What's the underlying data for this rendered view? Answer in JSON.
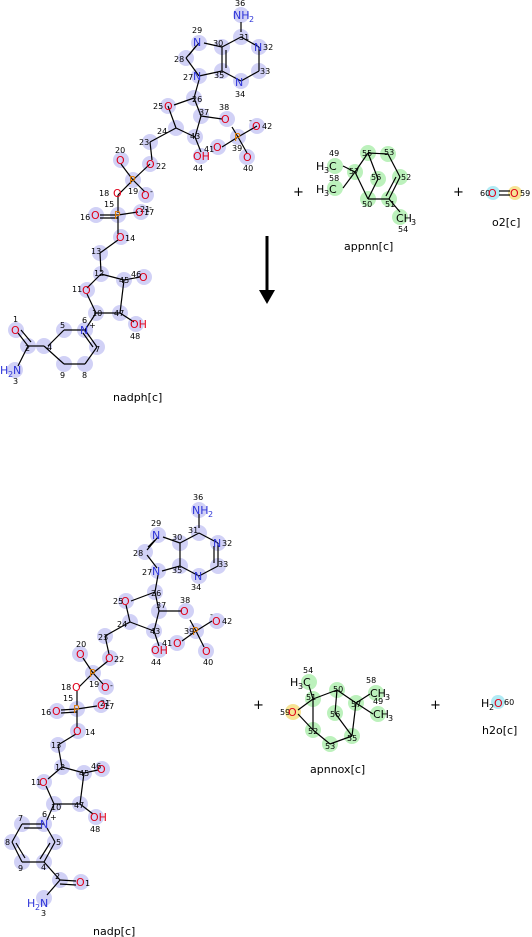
{
  "reaction": {
    "arrow": "down",
    "reactants": [
      {
        "id": "nadph",
        "label": "nadph[c]"
      },
      {
        "id": "appnn",
        "label": "appnn[c]"
      },
      {
        "id": "o2",
        "label": "o2[c]"
      }
    ],
    "products": [
      {
        "id": "nadp",
        "label": "nadp[c]"
      },
      {
        "id": "apnnox",
        "label": "apnnox[c]"
      },
      {
        "id": "h2o",
        "label": "h2o[c]"
      }
    ],
    "plus_sign": "+"
  },
  "molecules": {
    "nadph": {
      "atoms": [
        {
          "n": "1",
          "el": "O"
        },
        {
          "n": "2",
          "el": "C"
        },
        {
          "n": "3",
          "el": "N",
          "text": "H2N"
        },
        {
          "n": "4",
          "el": "C"
        },
        {
          "n": "5",
          "el": "C"
        },
        {
          "n": "6",
          "el": "N"
        },
        {
          "n": "7",
          "el": "C"
        },
        {
          "n": "8",
          "el": "C"
        },
        {
          "n": "9",
          "el": "C"
        },
        {
          "n": "10",
          "el": "C"
        },
        {
          "n": "11",
          "el": "O"
        },
        {
          "n": "12",
          "el": "C"
        },
        {
          "n": "13",
          "el": "C"
        },
        {
          "n": "14",
          "el": "O"
        },
        {
          "n": "15",
          "el": "P"
        },
        {
          "n": "16",
          "el": "O"
        },
        {
          "n": "17",
          "el": "O",
          "charge": "-"
        },
        {
          "n": "18",
          "el": "O"
        },
        {
          "n": "19",
          "el": "P"
        },
        {
          "n": "20",
          "el": "O"
        },
        {
          "n": "21",
          "el": "O",
          "charge": "-"
        },
        {
          "n": "22",
          "el": "O"
        },
        {
          "n": "23",
          "el": "C"
        },
        {
          "n": "24",
          "el": "C"
        },
        {
          "n": "25",
          "el": "O"
        },
        {
          "n": "26",
          "el": "C"
        },
        {
          "n": "27",
          "el": "N"
        },
        {
          "n": "28",
          "el": "C"
        },
        {
          "n": "29",
          "el": "N"
        },
        {
          "n": "30",
          "el": "C"
        },
        {
          "n": "31",
          "el": "C"
        },
        {
          "n": "32",
          "el": "N"
        },
        {
          "n": "33",
          "el": "C"
        },
        {
          "n": "34",
          "el": "N"
        },
        {
          "n": "35",
          "el": "C"
        },
        {
          "n": "36",
          "el": "N",
          "text": "NH2"
        },
        {
          "n": "37",
          "el": "C"
        },
        {
          "n": "38",
          "el": "O"
        },
        {
          "n": "39",
          "el": "P"
        },
        {
          "n": "40",
          "el": "O"
        },
        {
          "n": "41",
          "el": "O"
        },
        {
          "n": "42",
          "el": "O",
          "charge": "-"
        },
        {
          "n": "43",
          "el": "C"
        },
        {
          "n": "44",
          "el": "O",
          "text": "OH"
        },
        {
          "n": "45",
          "el": "C"
        },
        {
          "n": "46",
          "el": "O"
        },
        {
          "n": "47",
          "el": "C"
        },
        {
          "n": "48",
          "el": "O",
          "text": "OH"
        }
      ]
    },
    "appnn": {
      "atoms": [
        {
          "n": "49",
          "el": "C",
          "text": "H3C"
        },
        {
          "n": "50",
          "el": "C"
        },
        {
          "n": "51",
          "el": "C"
        },
        {
          "n": "52",
          "el": "C"
        },
        {
          "n": "53",
          "el": "C"
        },
        {
          "n": "54",
          "el": "C",
          "text": "CH3"
        },
        {
          "n": "55",
          "el": "C"
        },
        {
          "n": "56",
          "el": "C"
        },
        {
          "n": "57",
          "el": "C"
        },
        {
          "n": "58",
          "el": "C",
          "text": "H3C"
        }
      ]
    },
    "o2": {
      "atoms": [
        {
          "n": "60",
          "el": "O"
        },
        {
          "n": "59",
          "el": "O"
        }
      ]
    },
    "nadp": {
      "atoms_charge_note": "+"
    },
    "apnnox": {
      "atoms": [
        {
          "n": "54",
          "el": "C",
          "text": "H3C"
        },
        {
          "n": "51",
          "el": "C"
        },
        {
          "n": "59",
          "el": "O"
        },
        {
          "n": "52",
          "el": "C"
        },
        {
          "n": "53",
          "el": "C"
        },
        {
          "n": "50",
          "el": "C"
        },
        {
          "n": "56",
          "el": "C"
        },
        {
          "n": "55",
          "el": "C"
        },
        {
          "n": "57",
          "el": "C"
        },
        {
          "n": "58",
          "el": "C",
          "text": "CH3"
        },
        {
          "n": "49",
          "el": "C",
          "text": "CH3"
        }
      ]
    },
    "h2o": {
      "atoms": [
        {
          "n": "60",
          "el": "O",
          "text": "H2O"
        }
      ]
    }
  },
  "colors": {
    "nitrogen": "#2d34d8",
    "oxygen": "#e0001a",
    "phosphorus": "#e07b00",
    "highlight_blue": "#c9c9f5",
    "highlight_green": "#b5f0b5",
    "highlight_yellow": "#f5e08a",
    "highlight_cyan": "#a8e8f3"
  }
}
